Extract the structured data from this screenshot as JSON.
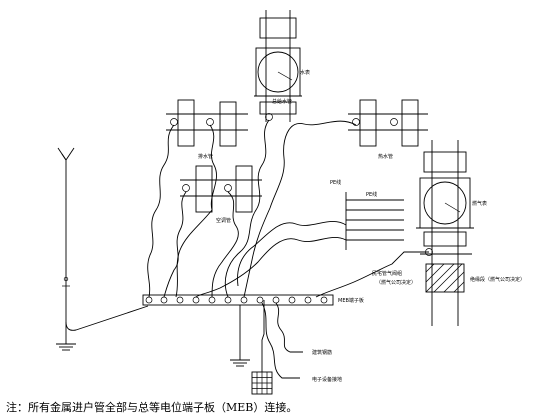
{
  "labels": {
    "water_meter": "水表",
    "water_main": "总给水管",
    "drain_pipe": "排水管",
    "hot_water_pipe": "热水管",
    "ac_pipe": "空调管",
    "pe_wire_1": "PE线",
    "pe_wire_2": "PE线",
    "gas_meter": "燃气表",
    "gas_insulation": "民宅管气阀组",
    "gas_insulation_note": "（燃气公司决定）",
    "insulation_section": "绝缘段（燃气公司决定）",
    "meb_board": "MEB端子板",
    "building_rebar": "建筑钢筋",
    "electronic_ground": "电子设备接地",
    "footnote": "注：所有金属进户管全部与总等电位端子板（MEB）连接。"
  }
}
